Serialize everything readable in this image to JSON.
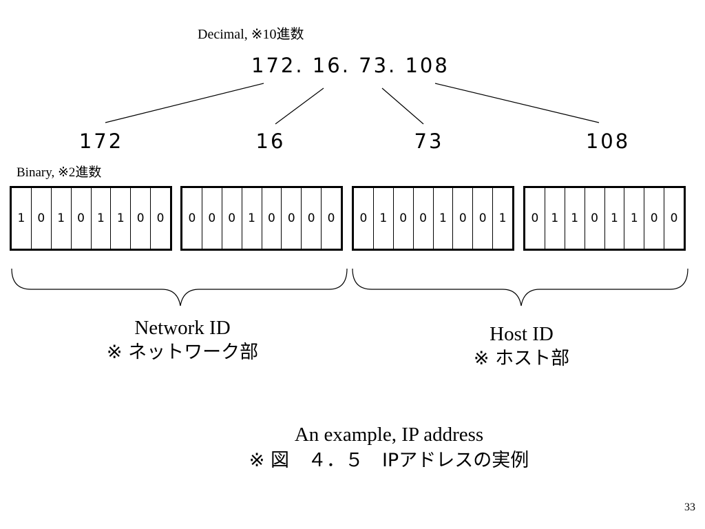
{
  "decimal_label": "Decimal, ※10進数",
  "full_address": "172. 16. 73. 108",
  "binary_label": "Binary, ※2進数",
  "octets": [
    {
      "decimal": "172",
      "bits": [
        "1",
        "0",
        "1",
        "0",
        "1",
        "1",
        "0",
        "0"
      ]
    },
    {
      "decimal": "16",
      "bits": [
        "0",
        "0",
        "0",
        "1",
        "0",
        "0",
        "0",
        "0"
      ]
    },
    {
      "decimal": "73",
      "bits": [
        "0",
        "1",
        "0",
        "0",
        "1",
        "0",
        "0",
        "1"
      ]
    },
    {
      "decimal": "108",
      "bits": [
        "0",
        "1",
        "1",
        "0",
        "1",
        "1",
        "0",
        "0"
      ]
    }
  ],
  "network_id": {
    "en": "Network ID",
    "ja": "※ ネットワーク部"
  },
  "host_id": {
    "en": "Host ID",
    "ja": "※ ホスト部"
  },
  "caption": {
    "en": "An example, IP address",
    "ja": "※ 図　４．５　IPアドレスの実例"
  },
  "page_number": "33"
}
